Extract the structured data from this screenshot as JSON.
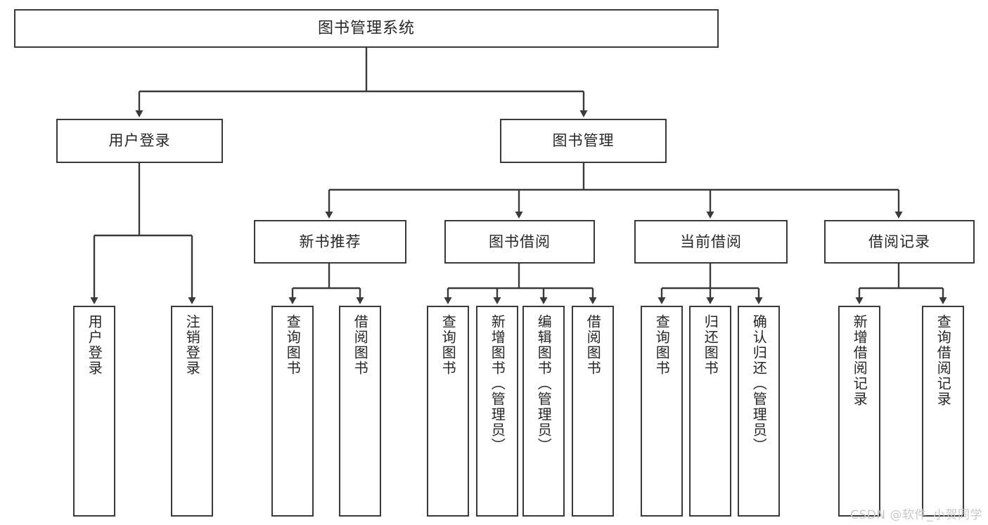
{
  "diagram": {
    "title": "图书管理系统",
    "type": "tree-hierarchy",
    "orientation": "top-down",
    "colors": {
      "box_border": "#3a3a3a",
      "box_fill": "#ffffff",
      "connector": "#3a3a3a",
      "text": "#262626",
      "watermark": "#c8c8c8"
    }
  },
  "root": {
    "label": "图书管理系统"
  },
  "level2": [
    {
      "label": "用户登录"
    },
    {
      "label": "图书管理"
    }
  ],
  "level3": [
    {
      "label": "新书推荐"
    },
    {
      "label": "图书借阅"
    },
    {
      "label": "当前借阅"
    },
    {
      "label": "借阅记录"
    }
  ],
  "leaves": {
    "user_login": [
      {
        "label": "用户登录"
      },
      {
        "label": "注销登录"
      }
    ],
    "new_book_recommend": [
      {
        "label": "查询图书"
      },
      {
        "label": "借阅图书"
      }
    ],
    "book_borrow": [
      {
        "label": "查询图书"
      },
      {
        "label": "新增图书（管理员）"
      },
      {
        "label": "编辑图书（管理员）"
      },
      {
        "label": "借阅图书"
      }
    ],
    "current_borrow": [
      {
        "label": "查询图书"
      },
      {
        "label": "归还图书"
      },
      {
        "label": "确认归还（管理员）"
      }
    ],
    "borrow_record": [
      {
        "label": "新增借阅记录"
      },
      {
        "label": "查询借阅记录"
      }
    ]
  },
  "watermark": {
    "text": "CSDN @软件_小贺同学"
  }
}
